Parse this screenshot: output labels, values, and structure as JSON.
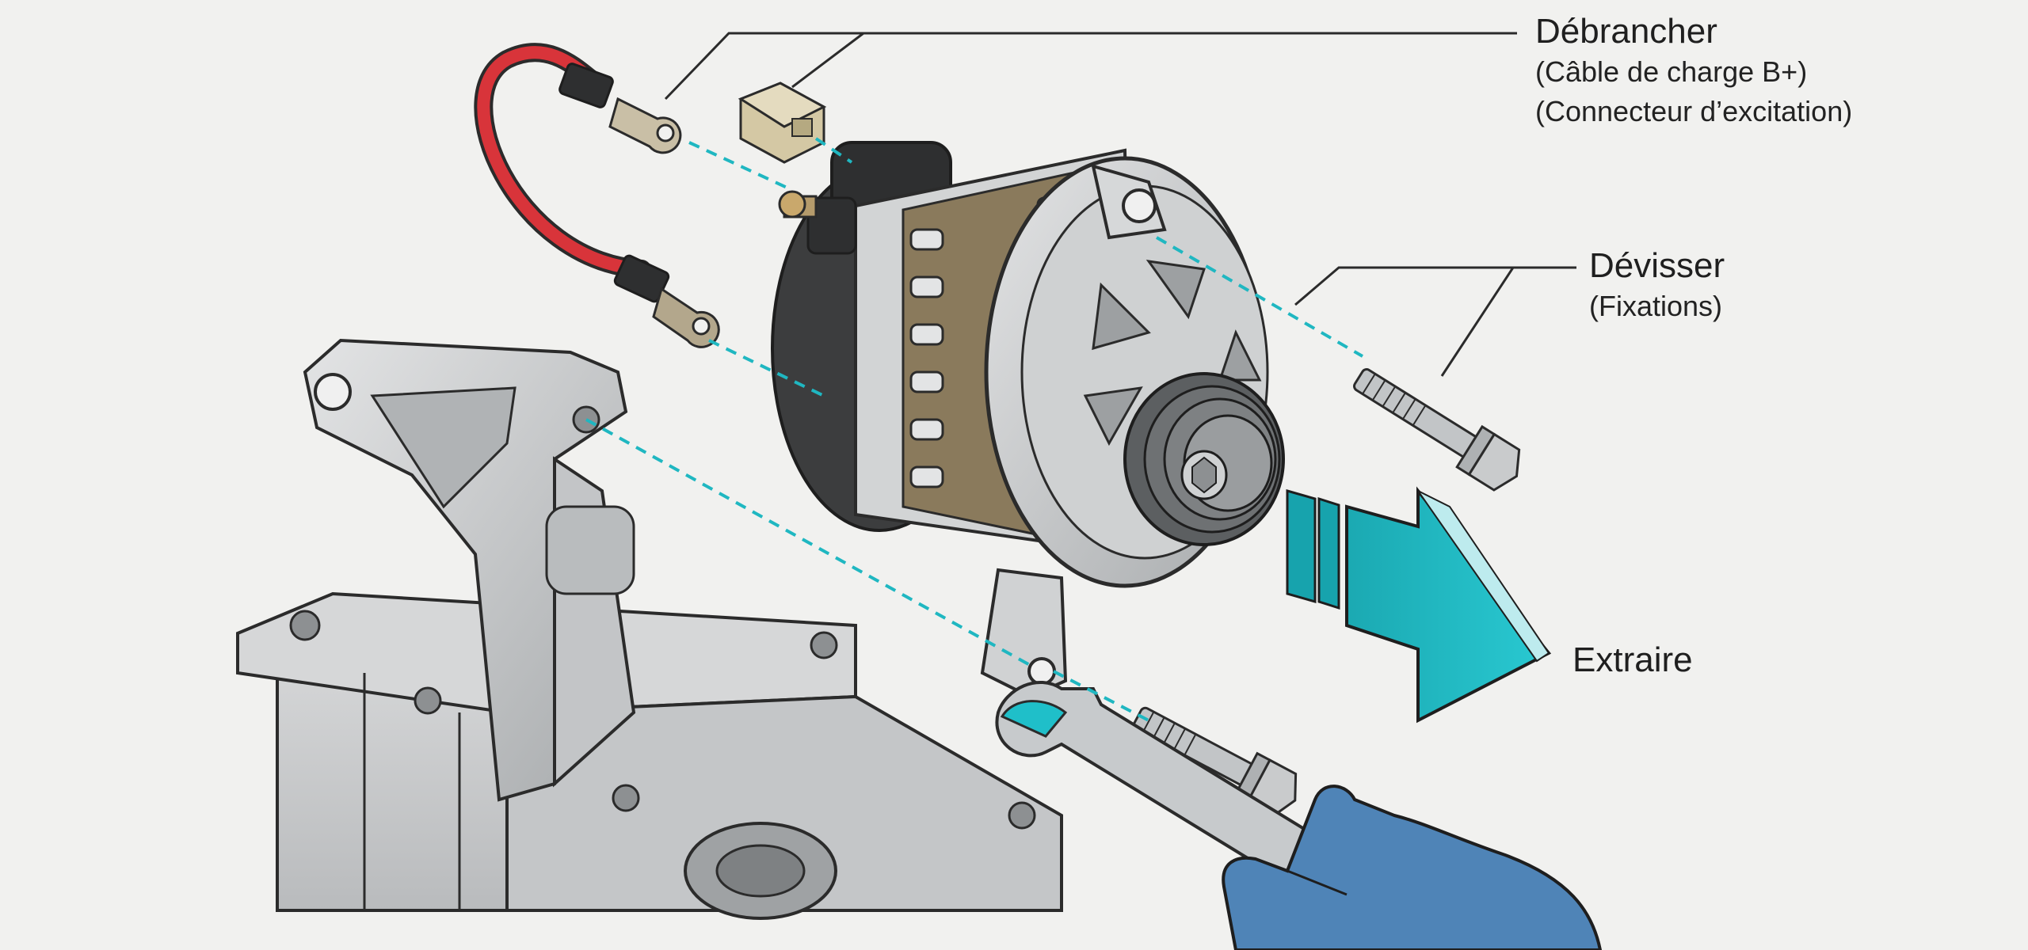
{
  "labels": {
    "disconnect": {
      "title": "Débrancher",
      "items": [
        "(Câble de charge B+)",
        "(Connecteur d’excitation)"
      ]
    },
    "unscrew": {
      "title": "Dévisser",
      "items": [
        "(Fixations)"
      ]
    },
    "extract": {
      "title": "Extraire"
    }
  },
  "colors": {
    "background": "#f1f1ef",
    "metal": "#c9cbcc",
    "outline": "#2b2b2b",
    "cable": "#d8343a",
    "accent_teal": "#1fbfc9",
    "glove": "#4f84b7",
    "copper": "#9a7b55"
  },
  "icons": [
    "alternator-icon",
    "mounting-bracket-icon",
    "charge-cable-icon",
    "excitation-connector-icon",
    "bolt-icon",
    "wrench-icon",
    "gloved-hand-icon",
    "extract-arrow-icon"
  ]
}
